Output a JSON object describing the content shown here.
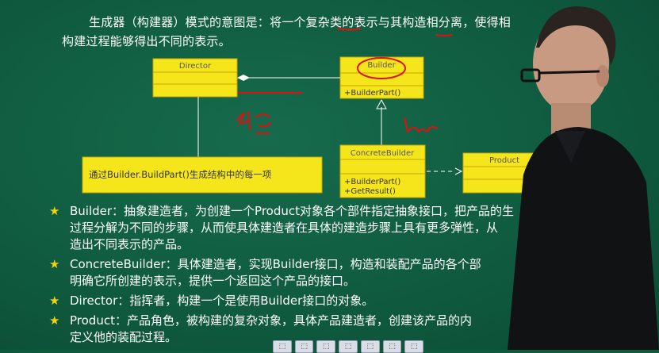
{
  "intro": {
    "line1": "生成器（构建器）模式的意图是：将一个复杂类的表示与其构造相分离，使得相",
    "line2": "构建过程能够得出不同的表示。"
  },
  "diagram": {
    "director": {
      "title": "Director"
    },
    "builder": {
      "title": "Builder",
      "op": "+BuilderPart()"
    },
    "concrete": {
      "title": "ConcreteBuilder",
      "op1": "+BuilderPart()",
      "op2": "+GetResult()"
    },
    "product": {
      "title": "Product"
    },
    "note": "通过Builder.BuildPart()生成结构中的每一项"
  },
  "bullets": [
    {
      "text": "Builder：抽象建造者，为创建一个Product对象各个部件指定抽象接口，把产品的生\n过程分解为不同的步骤，从而使具体建造者在具体的建造步骤上具有更多弹性，从\n造出不同表示的产品。"
    },
    {
      "text": "ConcreteBuilder：具体建造者，实现Builder接口，构造和装配产品的各个部\n明确它所创建的表示，提供一个返回这个产品的接口。"
    },
    {
      "text": "Director：指挥者，构建一个是使用Builder接口的对象。"
    },
    {
      "text": "Product：产品角色，被构建的复杂对象，具体产品建造者，创建该产品的内\n定义他的装配过程。"
    }
  ],
  "colors": {
    "board": "#0f5a3f",
    "box_fill": "#f5e61b",
    "box_border": "#c9a400",
    "annotation": "#e01010",
    "star": "#f5d20a"
  },
  "icons": {
    "toolbar": [
      "toolbar-icon-1",
      "toolbar-icon-2",
      "toolbar-icon-3",
      "toolbar-icon-4",
      "toolbar-icon-5",
      "toolbar-icon-6",
      "toolbar-icon-7"
    ]
  }
}
